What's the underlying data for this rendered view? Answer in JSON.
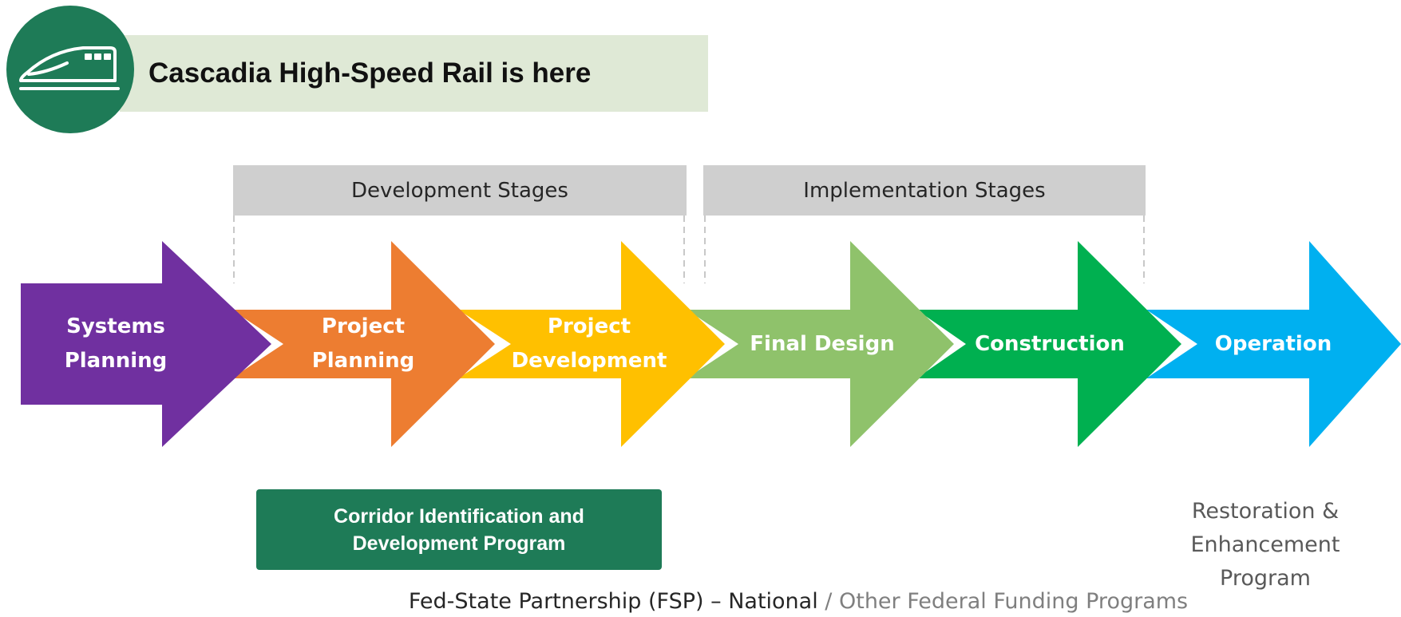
{
  "callout": {
    "text": "Cascadia High-Speed Rail is here",
    "icon": "train-icon",
    "colors": {
      "badge": "#1e7b57",
      "bar": "#dfe9d6"
    }
  },
  "stage_groups": [
    {
      "label": "Development Stages"
    },
    {
      "label": "Implementation Stages"
    }
  ],
  "stages": [
    {
      "lines": [
        "Systems",
        "Planning"
      ],
      "color": "#7030a0"
    },
    {
      "lines": [
        "Project",
        "Planning"
      ],
      "color": "#ed7d31"
    },
    {
      "lines": [
        "Project",
        "Development"
      ],
      "color": "#ffc000"
    },
    {
      "lines": [
        "Final Design"
      ],
      "color": "#8fc26b"
    },
    {
      "lines": [
        "Construction"
      ],
      "color": "#00b050"
    },
    {
      "lines": [
        "Operation"
      ],
      "color": "#00b0f0"
    }
  ],
  "programs": {
    "cid": {
      "lines": [
        "Corridor Identification and",
        "Development Program"
      ],
      "color": "#1e7b57"
    },
    "restoration": {
      "lines": [
        "Restoration &",
        "Enhancement",
        "Program"
      ]
    },
    "fsp": {
      "national": "Fed-State Partnership (FSP) – National",
      "separator": " / ",
      "other": "Other Federal Funding Programs"
    }
  }
}
